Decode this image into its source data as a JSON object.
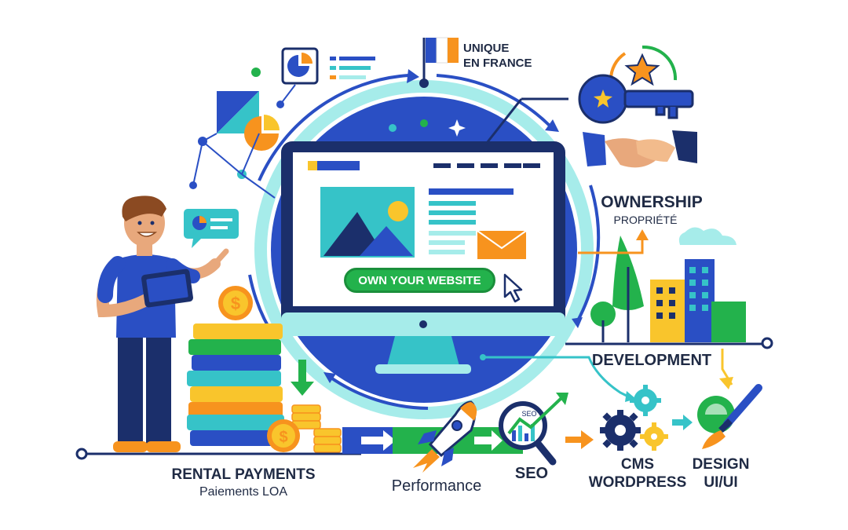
{
  "flag": {
    "line1": "UNIQUE",
    "line2": "EN FRANCE"
  },
  "screen": {
    "cta_label": "OWN YOUR WEBSITE"
  },
  "ownership": {
    "title": "OWNERSHIP",
    "subtitle": "PROPRIÉTÉ"
  },
  "development": {
    "title": "DEVELOPMENT"
  },
  "rental": {
    "title": "RENTAL PAYMENTS",
    "subtitle": "Paiements LOA"
  },
  "performance": {
    "title": "Performance"
  },
  "seo": {
    "title": "SEO",
    "badge": "SEO"
  },
  "cms": {
    "line1": "CMS",
    "line2": "WORDPRESS"
  },
  "design": {
    "line1": "DESIGN",
    "line2": "UI/UI"
  },
  "colors": {
    "blue": "#2a4fc4",
    "navy": "#1b2f6b",
    "teal": "#36c3c8",
    "light_teal": "#a6ecea",
    "green": "#23b24c",
    "orange": "#f7931e",
    "yellow": "#f9c52c"
  }
}
